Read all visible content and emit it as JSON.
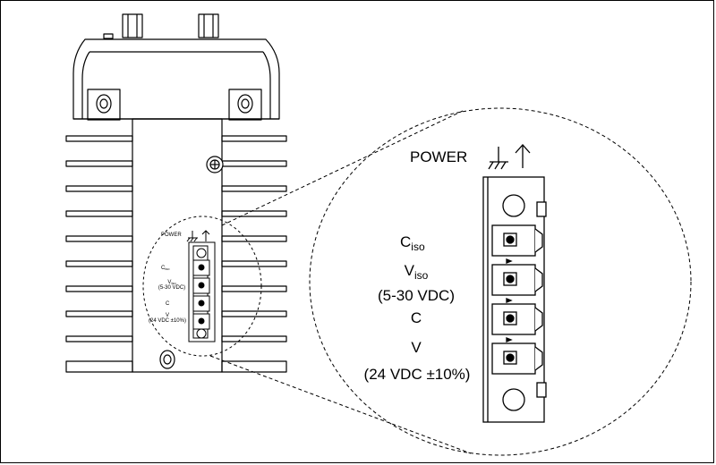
{
  "diagram": {
    "small_labels": {
      "power": "POWER",
      "c_iso": "C",
      "c_iso_sub": "iso",
      "v_iso": "V",
      "v_iso_sub": "iso",
      "v_iso_range": "(5-30 VDC)",
      "c": "C",
      "v": "V",
      "v_range": "(24 VDC ±10%)"
    },
    "zoom_labels": {
      "power": "POWER",
      "c_iso": "C",
      "c_iso_sub": "iso",
      "v_iso": "V",
      "v_iso_sub": "iso",
      "v_iso_range": "(5-30 VDC)",
      "c": "C",
      "v": "V",
      "v_range": "(24 VDC ±10%)"
    },
    "colors": {
      "line": "#000000",
      "background": "#ffffff"
    },
    "icons": [
      "chassis-ground-icon",
      "up-arrow-icon",
      "screw-icon",
      "dashed-magnify-circle"
    ]
  }
}
